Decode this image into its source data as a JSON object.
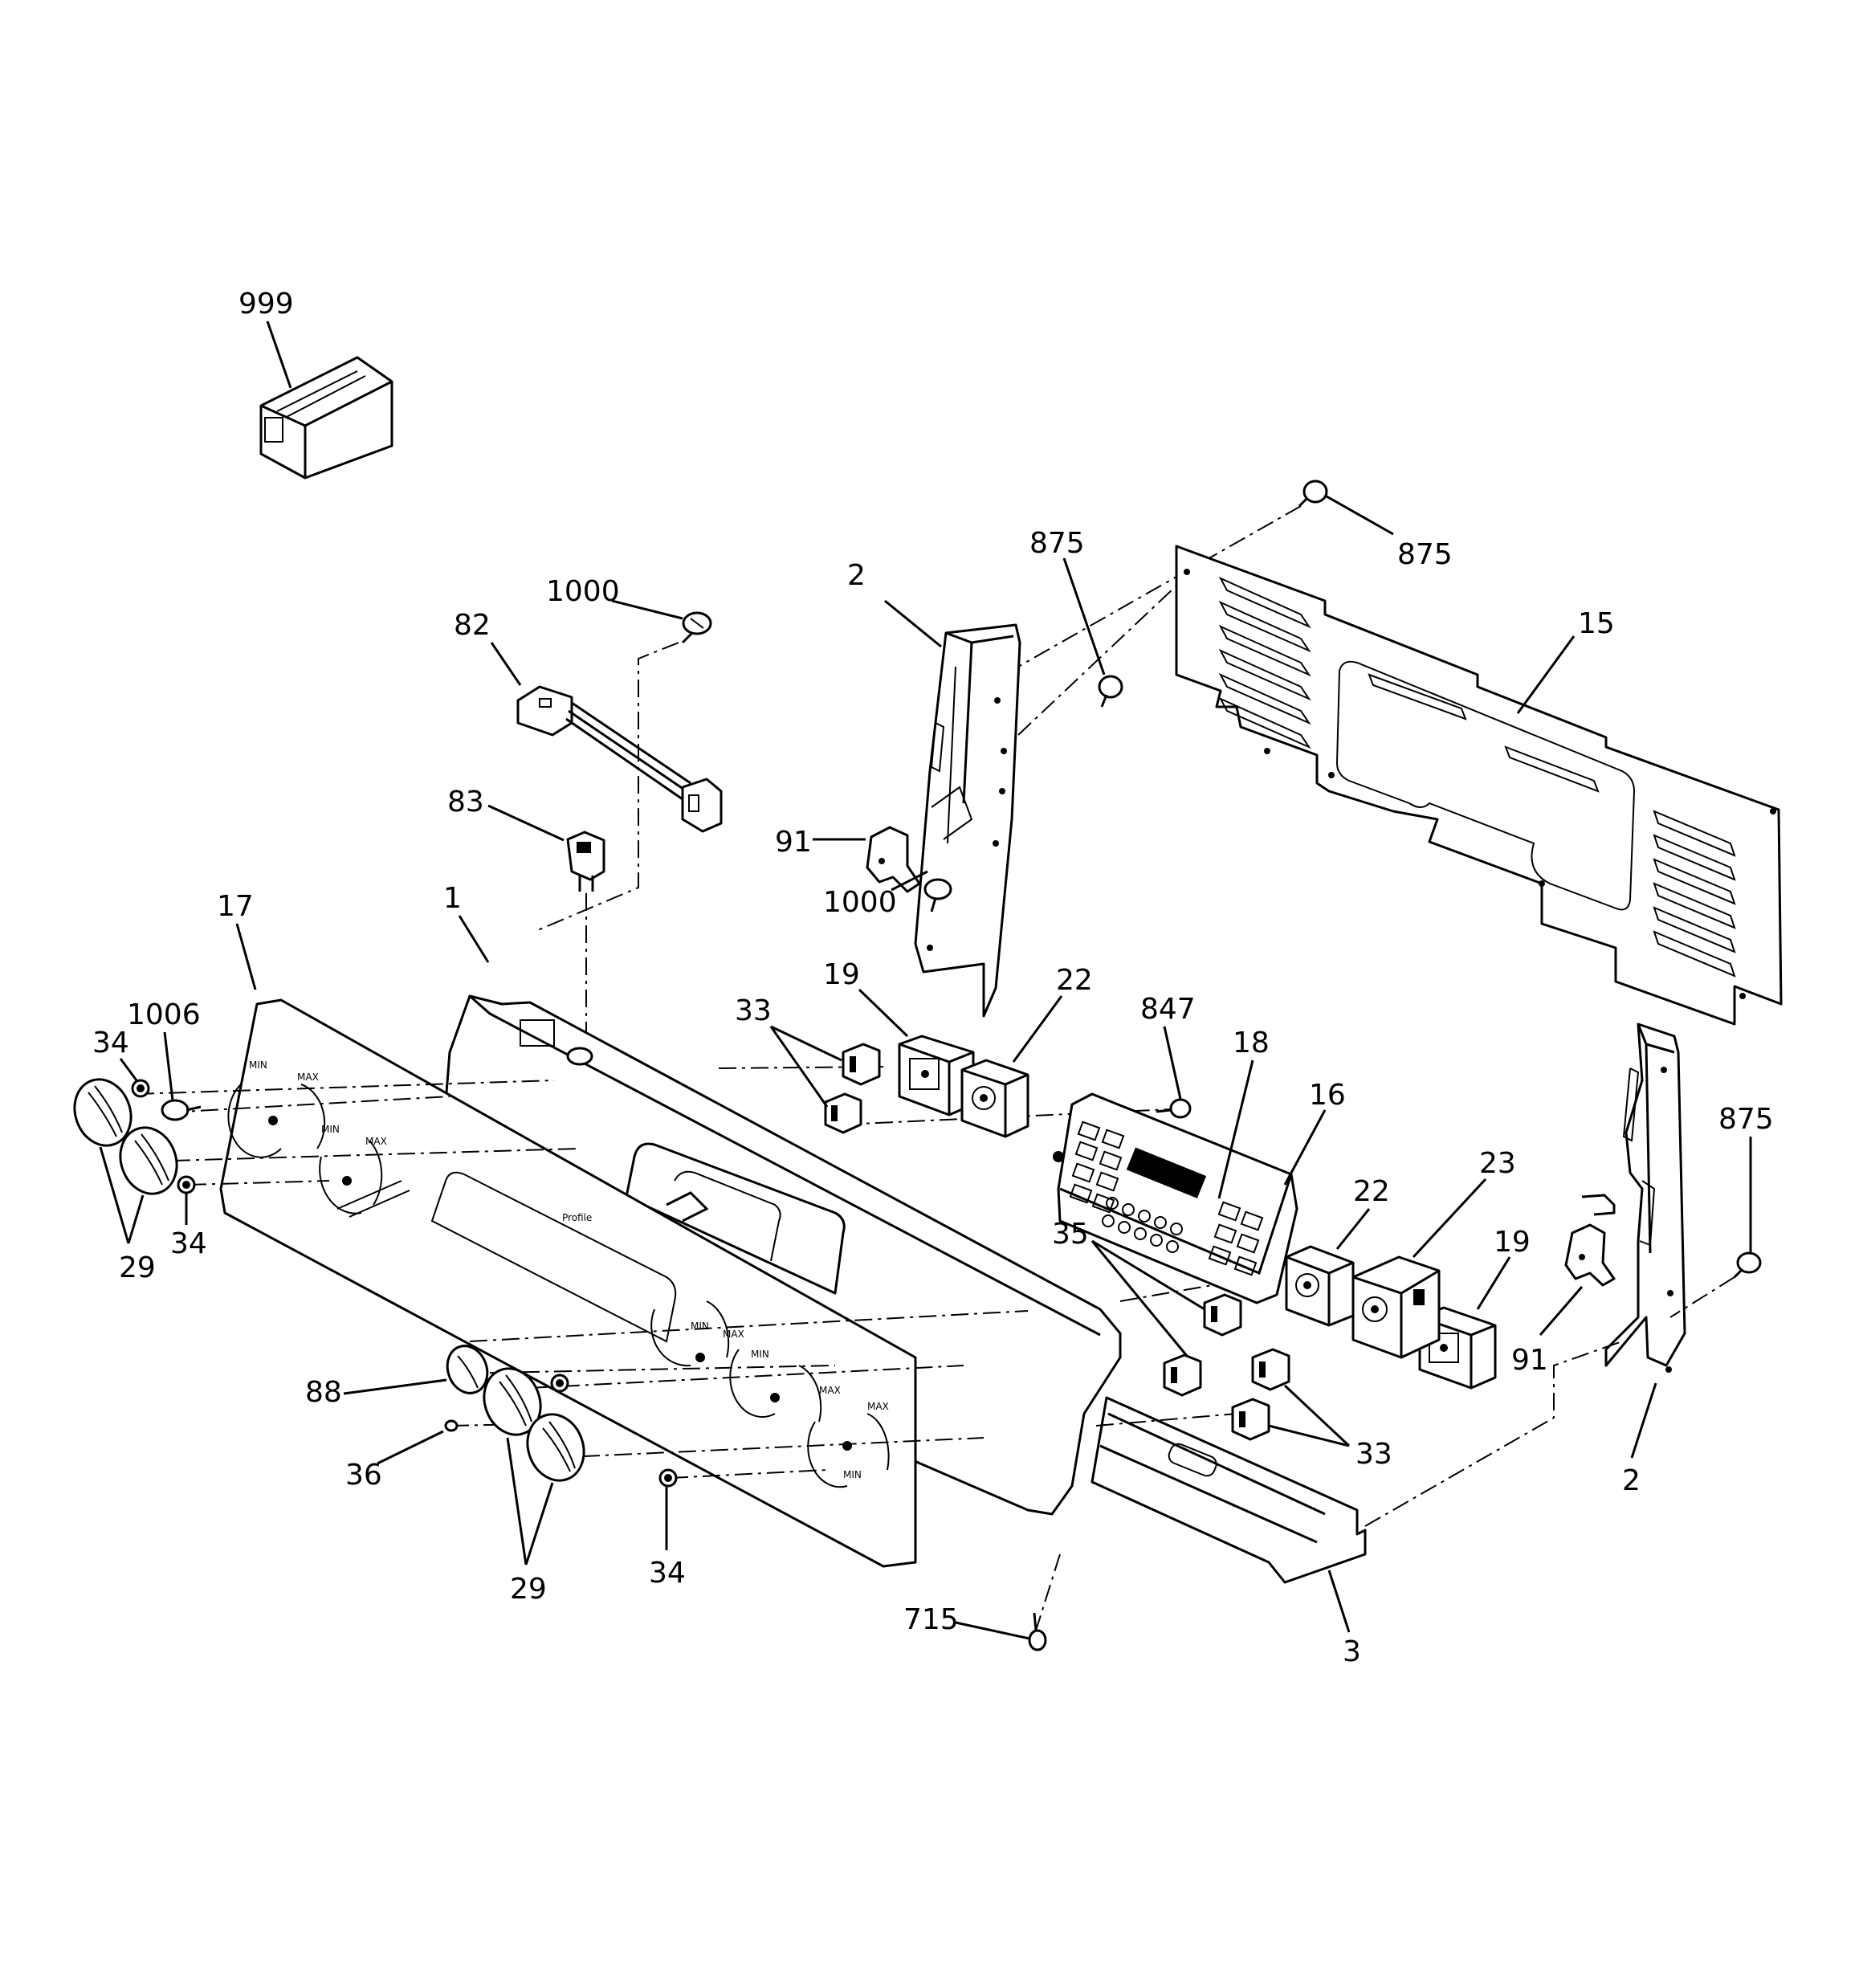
{
  "labels": {
    "p999": "999",
    "p1000a": "1000",
    "p82": "82",
    "p83": "83",
    "p2a": "2",
    "p875a": "875",
    "p875b": "875",
    "p15": "15",
    "p91a": "91",
    "p1000b": "1000",
    "p17": "17",
    "p1": "1",
    "p1006": "1006",
    "p34a": "34",
    "p34b": "34",
    "p29a": "29",
    "p19a": "19",
    "p33a": "33",
    "p22a": "22",
    "p847": "847",
    "p18": "18",
    "p16": "16",
    "p875c": "875",
    "p22b": "22",
    "p23": "23",
    "p19b": "19",
    "p35": "35",
    "p91b": "91",
    "p88": "88",
    "p36": "36",
    "p29b": "29",
    "p34c": "34",
    "p33b": "33",
    "p2b": "2",
    "p715": "715",
    "p3": "3"
  },
  "dial": {
    "min": "MIN",
    "max": "MAX"
  }
}
